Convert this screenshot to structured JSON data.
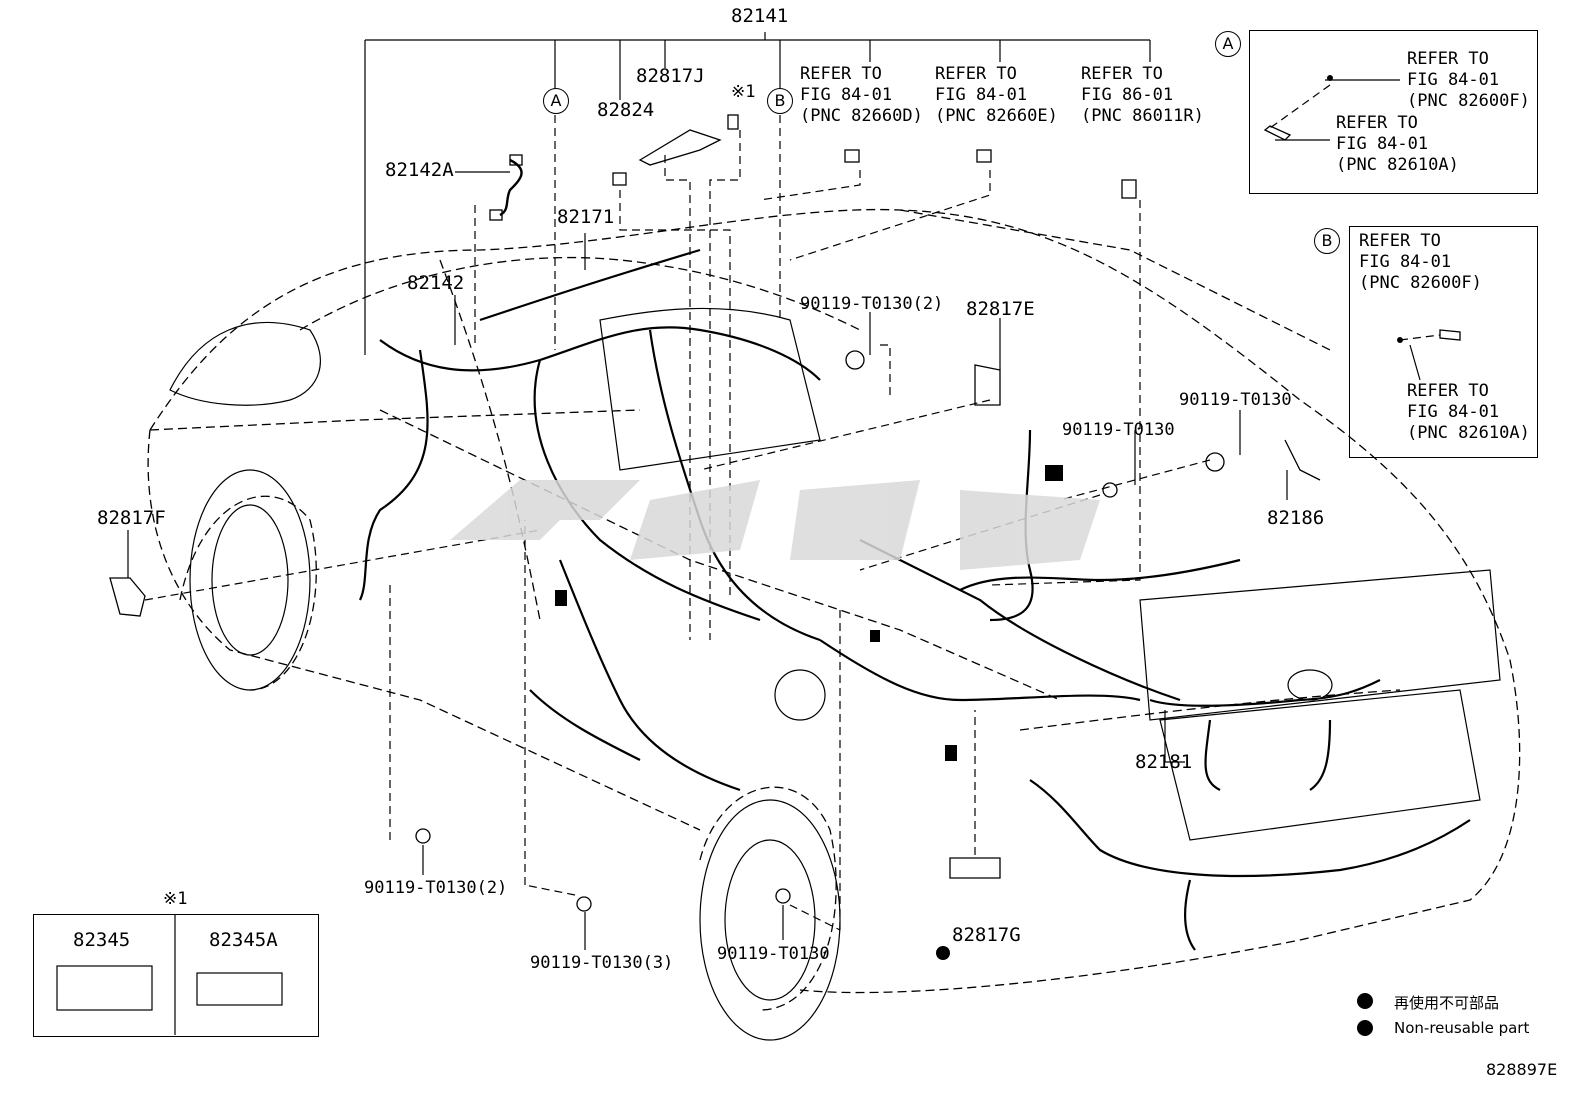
{
  "diagram": {
    "callouts": {
      "p82141": "82141",
      "p82817J": "82817J",
      "p82824": "82824",
      "p82142A": "82142A",
      "p82171": "82171",
      "p82142": "82142",
      "p82817E": "82817E",
      "p82817F": "82817F",
      "p82181": "82181",
      "p82186": "82186",
      "p82817G": "82817G",
      "b_top": "90119-T0130(2)",
      "b_right1": "90119-T0130",
      "b_right2": "90119-T0130",
      "b_left_bottom": "90119-T0130(2)",
      "b_bottom_mid": "90119-T0130(3)",
      "b_bottom_r": "90119-T0130",
      "mark": "※1",
      "circle_a": "A",
      "circle_b": "B"
    },
    "refer_notes": [
      {
        "l1": "REFER TO",
        "l2": "FIG 84-01",
        "l3": "(PNC 82660D)"
      },
      {
        "l1": "REFER TO",
        "l2": "FIG 84-01",
        "l3": "(PNC 82660E)"
      },
      {
        "l1": "REFER TO",
        "l2": "FIG 86-01",
        "l3": "(PNC 86011R)"
      }
    ],
    "inset_a": {
      "marker": "A",
      "top": {
        "l1": "REFER TO",
        "l2": "FIG 84-01",
        "l3": "(PNC 82600F)"
      },
      "bottom": {
        "l1": "REFER TO",
        "l2": "FIG 84-01",
        "l3": "(PNC 82610A)"
      }
    },
    "inset_b": {
      "marker": "B",
      "top": {
        "l1": "REFER TO",
        "l2": "FIG 84-01",
        "l3": "(PNC 82600F)"
      },
      "bottom": {
        "l1": "REFER TO",
        "l2": "FIG 84-01",
        "l3": "(PNC 82610A)"
      }
    },
    "fuse_box": {
      "mark": "※1",
      "left": "82345",
      "right": "82345A"
    },
    "legend": {
      "jp": "再使用不可部品",
      "en": "Non-reusable part"
    },
    "figure_id": "828897E"
  }
}
